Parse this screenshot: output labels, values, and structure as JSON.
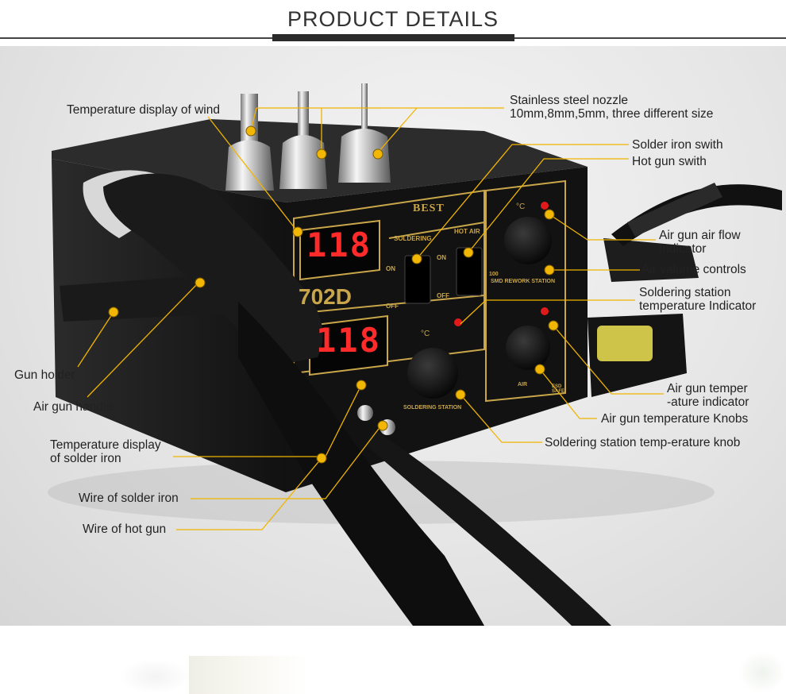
{
  "header": {
    "title": "PRODUCT DETAILS"
  },
  "device": {
    "brand": "BEST",
    "model": "702D",
    "display_top": "118",
    "display_bottom": "118",
    "panel_soldering": "SOLDERING",
    "panel_hot_air": "HOT AIR",
    "panel_smd": "SMD REWORK STATION",
    "panel_soldering_station": "SOLDERING STATION",
    "panel_air": "AIR",
    "panel_esd": "ESD SAFE",
    "switch_on": "ON",
    "switch_off": "OFF",
    "unit": "°C",
    "dial_100": "100"
  },
  "labels": {
    "temp_display_wind": "Temperature display of wind",
    "nozzle_l1": "Stainless steel nozzle",
    "nozzle_l2": "10mm,8mm,5mm, three different size",
    "solder_switch": "Solder iron swith",
    "hot_gun_switch": "Hot gun swith",
    "air_flow_l1": "Air gun air flow",
    "air_flow_l2": "Indicator",
    "air_volume": "Air valume controls",
    "solder_temp_ind_l1": "Soldering station",
    "solder_temp_ind_l2": "temperature Indicator",
    "gun_holder": "Gun holder",
    "air_gun_handle": "Air gun handle",
    "air_temp_ind_l1": "Air gun temper",
    "air_temp_ind_l2": "-ature indicator",
    "air_temp_knobs": "Air gun temperature Knobs",
    "temp_display_solder_l1": "Temperature display",
    "temp_display_solder_l2": "of solder iron",
    "solder_temp_knob": "Soldering station temp-erature knob",
    "wire_solder": "Wire of solder iron",
    "wire_hot_gun": "Wire of hot gun"
  },
  "colors": {
    "leader": "#f0b400",
    "marker": "#f2b705",
    "digits": "#ff2a2a",
    "panel_gold": "#c9a64a",
    "body": "#151515"
  }
}
